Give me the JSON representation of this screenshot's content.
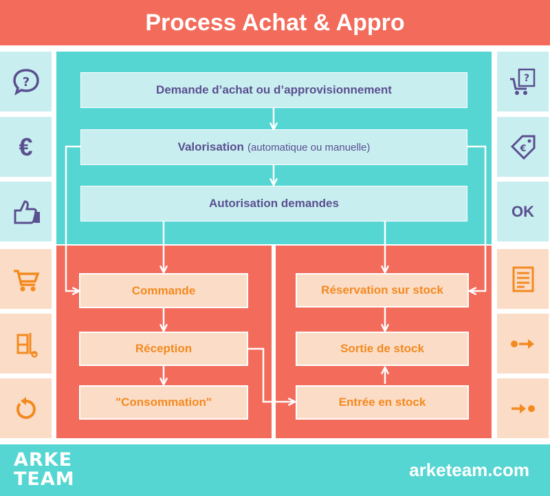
{
  "header": {
    "title": "Process Achat & Appro"
  },
  "flow": {
    "demande": "Demande d’achat ou d’approvisionnement",
    "valorisation": "Valorisation",
    "valorisation_note": "(automatique ou manuelle)",
    "autorisation": "Autorisation demandes",
    "commande": "Commande",
    "reception": "Réception",
    "consommation": "\"Consommation\"",
    "reservation": "Réservation sur stock",
    "sortie": "Sortie de stock",
    "entree": "Entrée en stock"
  },
  "side_icons": {
    "left": [
      "question-icon",
      "euro-icon",
      "thumbs-up-icon",
      "cart-icon",
      "delivery-icon",
      "cycle-icon"
    ],
    "right": [
      "shop-question-icon",
      "price-tag-icon",
      "ok-text",
      "inventory-list-icon",
      "stock-out-icon",
      "stock-in-icon"
    ],
    "ok_label": "OK",
    "euro_symbol": "€"
  },
  "footer": {
    "logo_line1": "ARKE",
    "logo_line2": "TEAM",
    "website": "arketeam.com"
  },
  "colors": {
    "coral": "#f26b5b",
    "teal": "#55d6d2",
    "light_blue": "#c8eef0",
    "peach": "#fbdcc7",
    "purple": "#5a4f8f",
    "orange": "#f38a1f"
  }
}
